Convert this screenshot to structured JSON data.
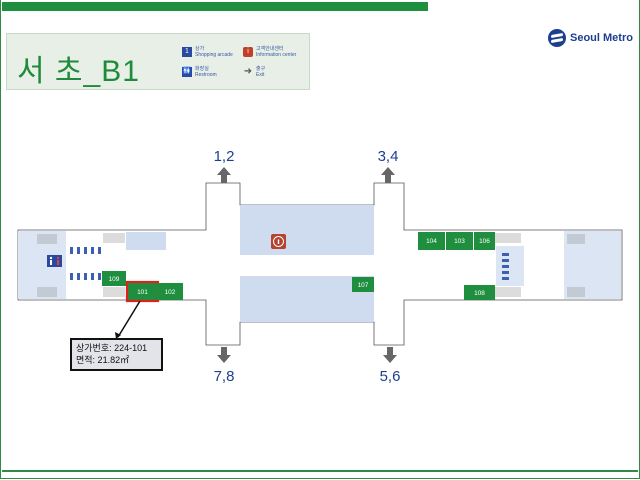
{
  "header": {
    "station_title": "서 초_B1",
    "brand": "Seoul Metro"
  },
  "legend": [
    {
      "icon": "shopping-arcade-icon",
      "kr": "상가",
      "en": "Shopping arcade"
    },
    {
      "icon": "information-center-icon",
      "kr": "고객안내센터",
      "en": "Information center"
    },
    {
      "icon": "restroom-icon",
      "kr": "화장실",
      "en": "Restroom"
    },
    {
      "icon": "exit-arrow-icon",
      "kr": "출구",
      "en": "Exit"
    }
  ],
  "exits": {
    "top_left": "1,2",
    "top_right": "3,4",
    "bottom_left": "7,8",
    "bottom_right": "5,6"
  },
  "stores": [
    "101",
    "102",
    "103",
    "104",
    "106",
    "107",
    "108",
    "109"
  ],
  "highlighted_store": "101",
  "callout": {
    "store_number": "상가번호: 224-101",
    "area": "면적: 21.82㎡"
  },
  "colors": {
    "brand_green": "#1e8a3a",
    "store_green": "#1f8f3f",
    "concourse_blue": "#cfdcf0",
    "highlight_red": "#e0201c",
    "exit_blue": "#1d3f8f"
  }
}
